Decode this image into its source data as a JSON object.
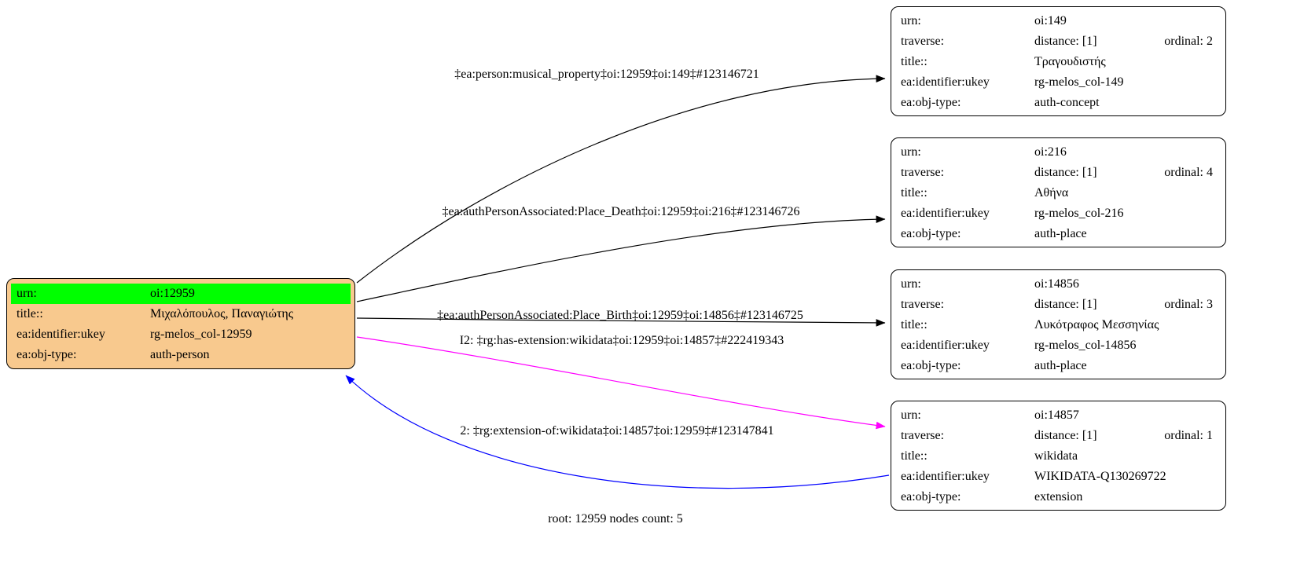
{
  "footer": {
    "text": "root: 12959 nodes count: 5"
  },
  "colors": {
    "root_fill": "#f8c98e",
    "highlight": "#00ff00",
    "edge_default": "#000000",
    "edge_has_extension": "#ff00ff",
    "edge_extension_of": "#0000ff"
  },
  "root_node": {
    "rows": [
      {
        "label": "urn:",
        "value": "oi:12959"
      },
      {
        "label": "title::",
        "value": "Μιχαλόπουλος, Παναγιώτης"
      },
      {
        "label": "ea:identifier:ukey",
        "value": "rg-melos_col-12959"
      },
      {
        "label": "ea:obj-type:",
        "value": "auth-person"
      }
    ]
  },
  "nodes": [
    {
      "rows": [
        {
          "label": "urn:",
          "value": "oi:149"
        },
        {
          "label": "traverse:",
          "value": "distance: [1]",
          "ordinal": "ordinal: 2"
        },
        {
          "label": "title::",
          "value": "Τραγουδιστής"
        },
        {
          "label": "ea:identifier:ukey",
          "value": "rg-melos_col-149"
        },
        {
          "label": "ea:obj-type:",
          "value": "auth-concept"
        }
      ]
    },
    {
      "rows": [
        {
          "label": "urn:",
          "value": "oi:216"
        },
        {
          "label": "traverse:",
          "value": "distance: [1]",
          "ordinal": "ordinal: 4"
        },
        {
          "label": "title::",
          "value": "Αθήνα"
        },
        {
          "label": "ea:identifier:ukey",
          "value": "rg-melos_col-216"
        },
        {
          "label": "ea:obj-type:",
          "value": "auth-place"
        }
      ]
    },
    {
      "rows": [
        {
          "label": "urn:",
          "value": "oi:14856"
        },
        {
          "label": "traverse:",
          "value": "distance: [1]",
          "ordinal": "ordinal: 3"
        },
        {
          "label": "title::",
          "value": "Λυκότραφος Μεσσηνίας"
        },
        {
          "label": "ea:identifier:ukey",
          "value": "rg-melos_col-14856"
        },
        {
          "label": "ea:obj-type:",
          "value": "auth-place"
        }
      ]
    },
    {
      "rows": [
        {
          "label": "urn:",
          "value": "oi:14857"
        },
        {
          "label": "traverse:",
          "value": "distance: [1]",
          "ordinal": "ordinal: 1"
        },
        {
          "label": "title::",
          "value": "wikidata"
        },
        {
          "label": "ea:identifier:ukey",
          "value": "WIKIDATA-Q130269722"
        },
        {
          "label": "ea:obj-type:",
          "value": "extension"
        }
      ]
    }
  ],
  "edges": [
    {
      "label": "‡ea:person:musical_property‡oi:12959‡oi:149‡#123146721",
      "color": "#000000"
    },
    {
      "label": "‡ea:authPersonAssociated:Place_Death‡oi:12959‡oi:216‡#123146726",
      "color": "#000000"
    },
    {
      "label": "‡ea:authPersonAssociated:Place_Birth‡oi:12959‡oi:14856‡#123146725",
      "color": "#000000"
    },
    {
      "label": "I2: ‡rg:has-extension:wikidata‡oi:12959‡oi:14857‡#222419343",
      "color": "#ff00ff"
    },
    {
      "label": "2: ‡rg:extension-of:wikidata‡oi:14857‡oi:12959‡#123147841",
      "color": "#0000ff"
    }
  ]
}
